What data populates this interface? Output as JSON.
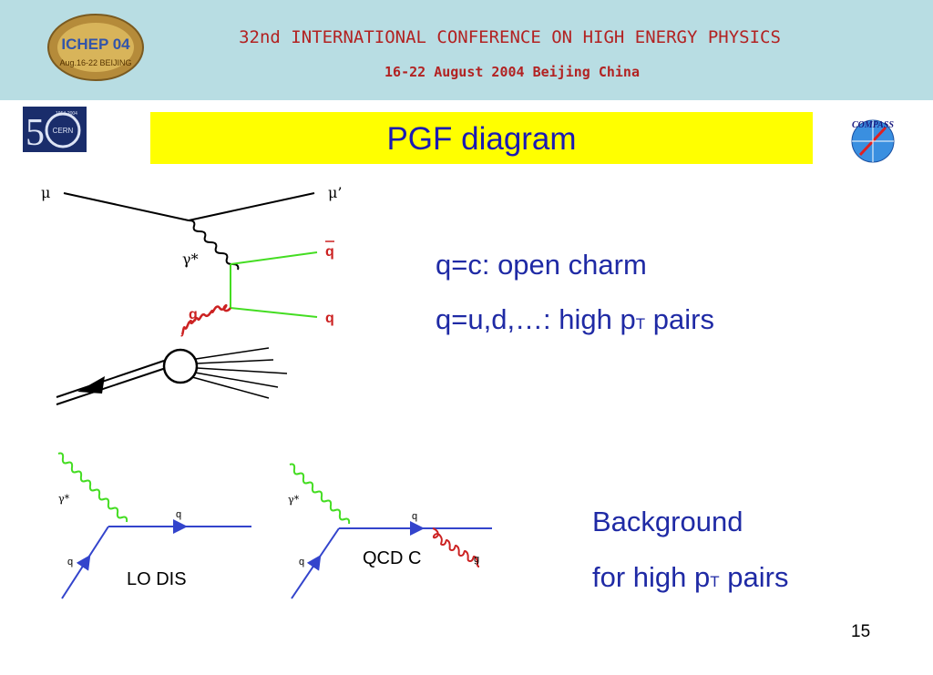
{
  "header": {
    "conference_title": "32nd INTERNATIONAL CONFERENCE ON HIGH ENERGY PHYSICS",
    "conference_dates": "16-22 August 2004 Beijing China",
    "ichep_logo_text": "ICHEP 04",
    "ichep_logo_subtext": "Aug.16-22 BEIJING",
    "cern_logo_text": "CERN",
    "cern_logo_years": "1954-2004",
    "compass_logo_text": "COMPASS"
  },
  "slide": {
    "title": "PGF diagram",
    "page_number": "15"
  },
  "pgf_diagram": {
    "label_mu_in": "μ",
    "label_mu_out": "μ’",
    "label_gamma": "γ*",
    "label_qbar": "q",
    "label_q": "q",
    "label_g": "g"
  },
  "text_lines": {
    "open_charm": "q=c: open charm",
    "high_pt_prefix": "q=u,d,…: high p",
    "high_pt_sub": "T",
    "high_pt_suffix": " pairs",
    "background_line1": "Background",
    "background_prefix": "for high p",
    "background_sub": "T",
    "background_suffix": " pairs"
  },
  "lo_dis": {
    "caption": "LO DIS",
    "label_gamma": "γ*",
    "label_q_out": "q",
    "label_q_in": "q"
  },
  "qcd_c": {
    "caption": "QCD C",
    "label_gamma": "γ*",
    "label_q_out": "q",
    "label_q_in": "q",
    "label_g": "g"
  },
  "colors": {
    "header_bg": "#b8dde3",
    "header_text": "#b22222",
    "title_bg": "#ffff00",
    "title_text": "#1a1ab4",
    "body_text": "#1f2aa5",
    "photon": "#44dd22",
    "quark": "#3344cc",
    "gluon": "#cc2222"
  }
}
